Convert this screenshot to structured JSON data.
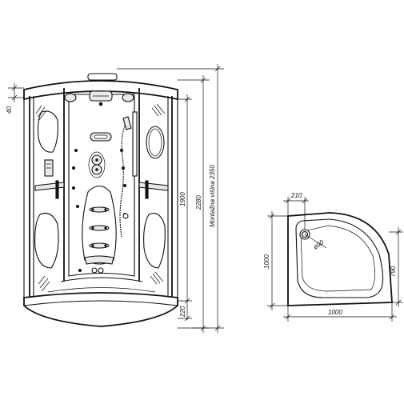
{
  "front_view": {
    "dimensions": {
      "top_offset": "40",
      "seat_height": "220",
      "cabin_height": "1900",
      "panel_height": "2280",
      "mounting_height": "Montažna višina 2350"
    }
  },
  "top_view": {
    "dimensions": {
      "drain_offset": "210",
      "drain_diameter": "ø90",
      "depth": "1000",
      "width": "1000",
      "side_depth": "790"
    }
  }
}
